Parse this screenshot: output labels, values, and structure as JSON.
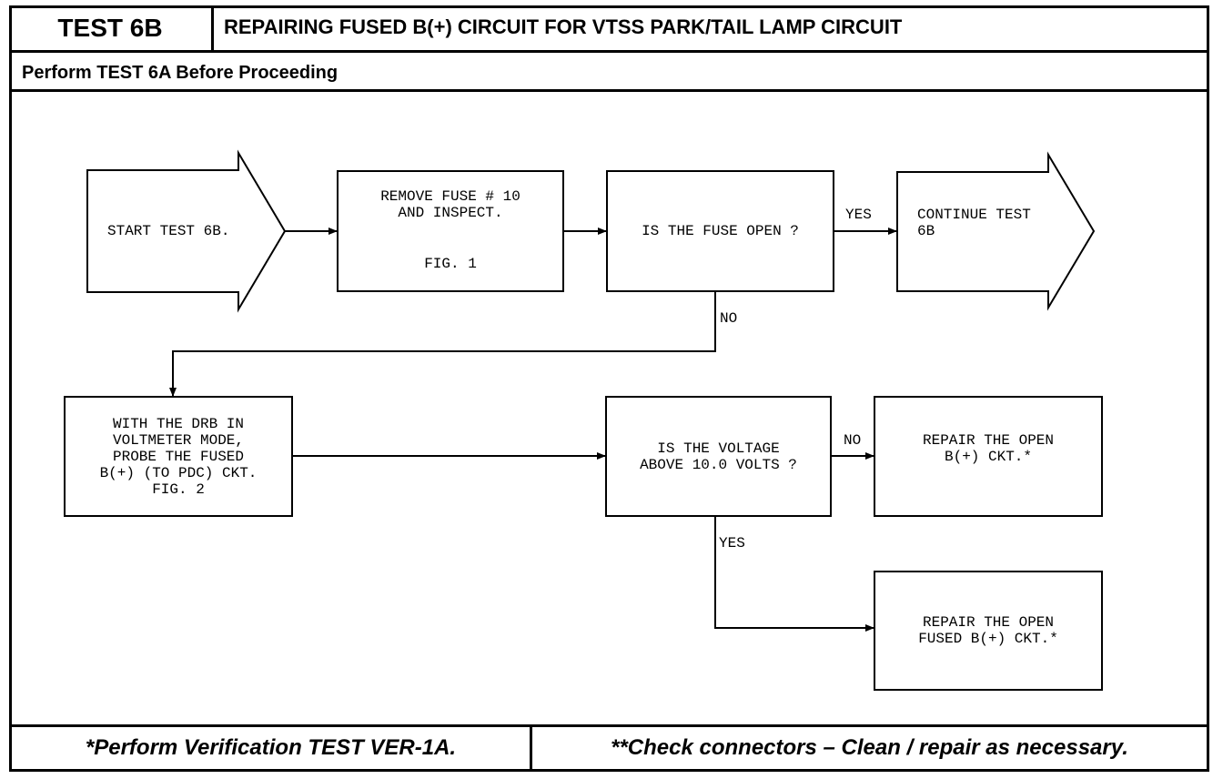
{
  "header": {
    "test_id": "TEST 6B",
    "title": "REPAIRING FUSED B(+) CIRCUIT FOR VTSS PARK/TAIL LAMP CIRCUIT",
    "subtitle": "Perform TEST 6A Before Proceeding"
  },
  "flow": {
    "start": "START TEST 6B.",
    "remove_fuse": {
      "line1": "REMOVE FUSE # 10",
      "line2": "AND INSPECT.",
      "fig": "FIG. 1"
    },
    "fuse_open_question": "IS THE FUSE OPEN ?",
    "yes_label_1": "YES",
    "continue": {
      "line1": "CONTINUE TEST",
      "line2": "6B"
    },
    "no_label_1": "NO",
    "drb_step": {
      "line1": "WITH THE DRB IN",
      "line2": "VOLTMETER MODE,",
      "line3": "PROBE THE FUSED",
      "line4": "B(+) (TO PDC) CKT.",
      "fig": "FIG. 2"
    },
    "voltage_question": {
      "line1": "IS THE VOLTAGE",
      "line2": "ABOVE 10.0 VOLTS ?"
    },
    "no_label_2": "NO",
    "repair_open": {
      "line1": "REPAIR THE OPEN",
      "line2": "B(+) CKT.*"
    },
    "yes_label_2": "YES",
    "repair_fused": {
      "line1": "REPAIR THE OPEN",
      "line2": "FUSED B(+) CKT.*"
    }
  },
  "footer": {
    "left": "*Perform Verification TEST VER-1A.",
    "right": "**Check connectors – Clean / repair as necessary."
  },
  "colors": {
    "ink": "#000000",
    "paper": "#ffffff"
  }
}
